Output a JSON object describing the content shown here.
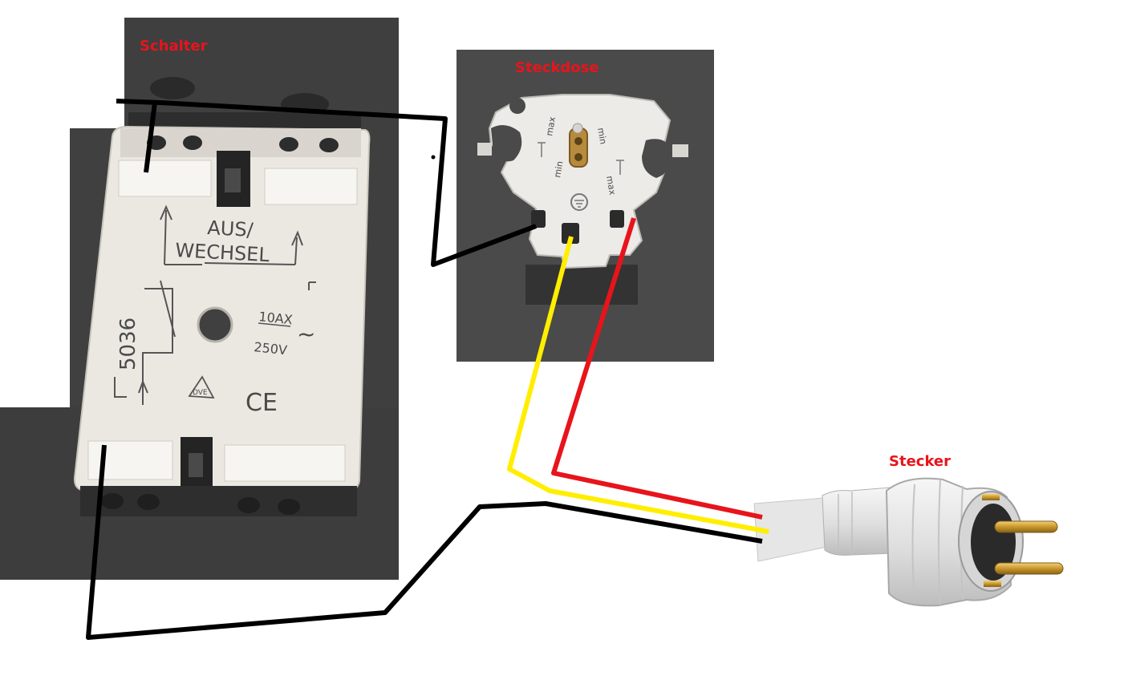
{
  "labels": {
    "switch": "Schalter",
    "socket": "Steckdose",
    "plug": "Stecker"
  },
  "switch_markings": {
    "mode_line1": "AUS/",
    "mode_line2": "WECHSEL",
    "model_number": "5036",
    "current_rating": "10AX",
    "voltage_rating": "250V",
    "ac_symbol": "~",
    "ce_mark": "CE",
    "vde_mark": "DVE"
  },
  "socket_markings": {
    "max_left": "max",
    "min_left": "min",
    "min_right": "min",
    "max_right": "max"
  },
  "colors": {
    "label_red": "#e8141b",
    "wire_black": "#000000",
    "wire_yellow": "#ffee00",
    "wire_red": "#e8141b",
    "photo_background": "#454545",
    "device_body": "#ece9e3",
    "plug_body": "#e4e4e4",
    "pin_brass": "#d8a838"
  },
  "wires": [
    {
      "name": "black-wire-switch-top-to-socket",
      "color": "black",
      "from": "Schalter",
      "to": "Steckdose"
    },
    {
      "name": "black-wire-switch-bottom-to-plug",
      "color": "black",
      "from": "Schalter",
      "to": "Stecker"
    },
    {
      "name": "yellow-wire-socket-to-plug",
      "color": "yellow",
      "from": "Steckdose",
      "to": "Stecker"
    },
    {
      "name": "red-wire-socket-to-plug",
      "color": "red",
      "from": "Steckdose",
      "to": "Stecker"
    }
  ]
}
